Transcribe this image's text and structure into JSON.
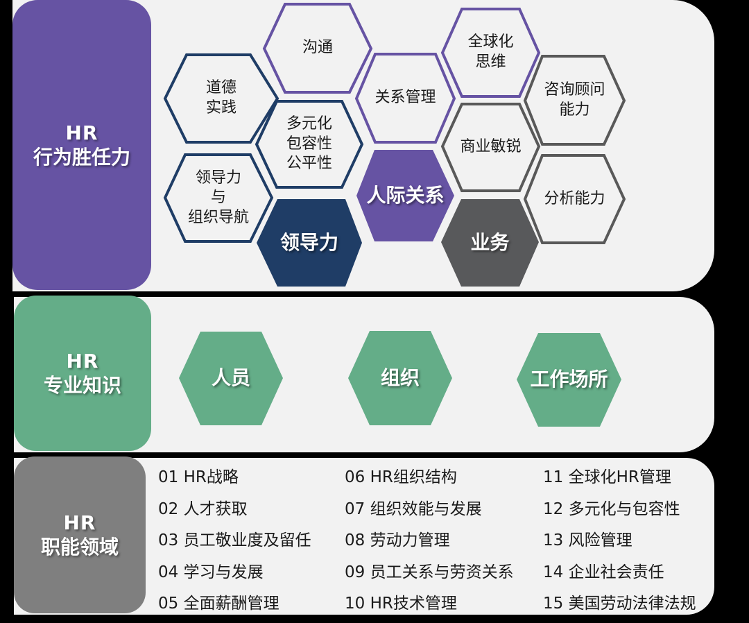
{
  "colors": {
    "purple": "#6653a3",
    "navy": "#1f3d66",
    "gray_dark": "#58595b",
    "gray_outline": "#595959",
    "green": "#64ad88",
    "gray_box": "#7f7f7f",
    "panel_bg": "#f2f2f2"
  },
  "sections": {
    "behavior": {
      "line1": "HR",
      "line2": "行为胜任力"
    },
    "knowledge": {
      "line1": "HR",
      "line2": "专业知识"
    },
    "functional": {
      "line1": "HR",
      "line2": "职能领域"
    }
  },
  "behavior_hexes": [
    {
      "id": "ethics",
      "label": "道德\n实践",
      "style": "outline-navy"
    },
    {
      "id": "communication",
      "label": "沟通",
      "style": "outline-purple"
    },
    {
      "id": "diversity",
      "label": "多元化\n包容性\n公平性",
      "style": "outline-navy"
    },
    {
      "id": "leadership-navigation",
      "label": "领导力\n与\n组织导航",
      "style": "outline-navy"
    },
    {
      "id": "leadership",
      "label": "领导力",
      "style": "filled-navy"
    },
    {
      "id": "relationship-management",
      "label": "关系管理",
      "style": "outline-purple"
    },
    {
      "id": "interpersonal",
      "label": "人际关系",
      "style": "filled-purple"
    },
    {
      "id": "global-mindset",
      "label": "全球化\n思维",
      "style": "outline-purple"
    },
    {
      "id": "business-acumen",
      "label": "商业敏锐",
      "style": "outline-gray"
    },
    {
      "id": "business",
      "label": "业务",
      "style": "filled-gray"
    },
    {
      "id": "consultation",
      "label": "咨询顾问\n能力",
      "style": "outline-gray"
    },
    {
      "id": "analytical",
      "label": "分析能力",
      "style": "outline-gray"
    }
  ],
  "knowledge_hexes": [
    {
      "id": "people",
      "label": "人员"
    },
    {
      "id": "organization",
      "label": "组织"
    },
    {
      "id": "workplace",
      "label": "工作场所"
    }
  ],
  "functional_areas": [
    "01 HR战略",
    "02 人才获取",
    "03 员工敬业度及留任",
    "04 学习与发展",
    "05 全面薪酬管理",
    "06 HR组织结构",
    "07 组织效能与发展",
    "08 劳动力管理",
    "09 员工关系与劳资关系",
    "10 HR技术管理",
    "11 全球化HR管理",
    "12 多元化与包容性",
    "13 风险管理",
    "14 企业社会责任",
    "15 美国劳动法律法规"
  ]
}
